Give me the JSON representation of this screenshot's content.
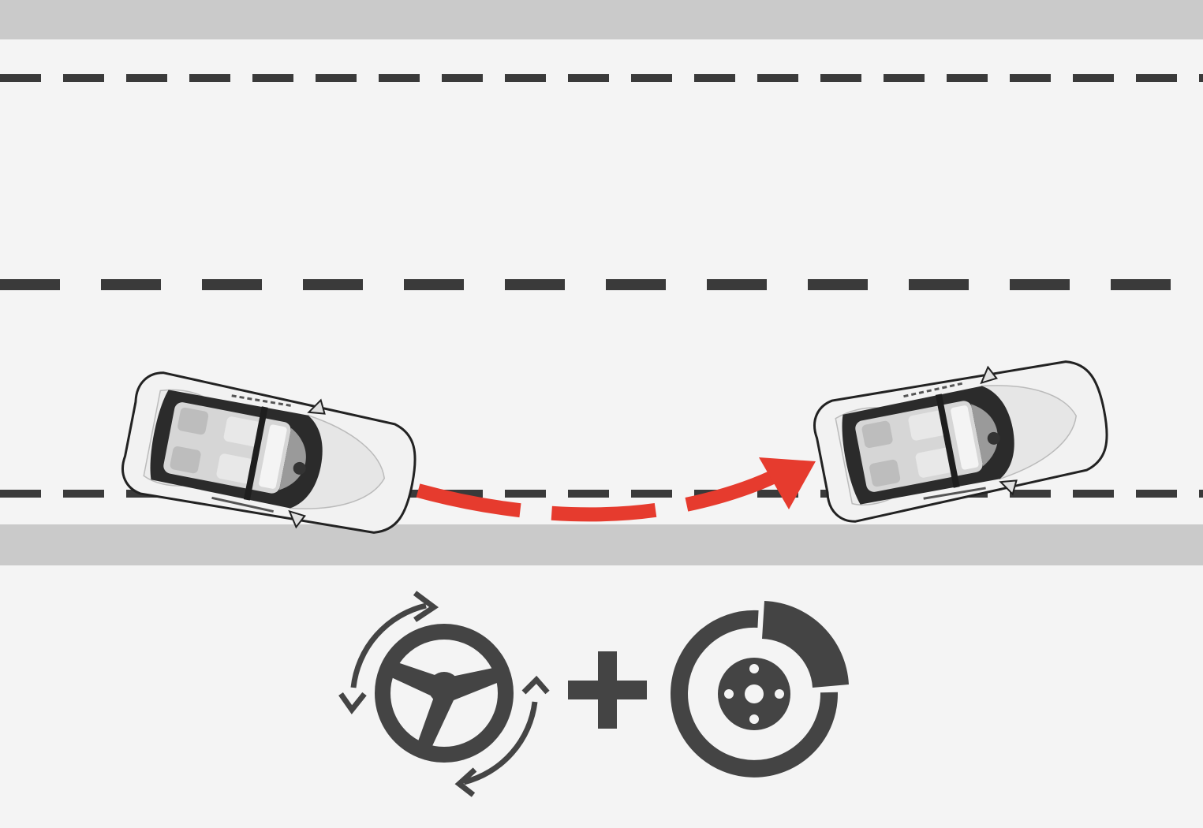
{
  "colors": {
    "background": "#f4f4f4",
    "curb": "#cacaca",
    "lane_marking": "#3a3a3a",
    "path_arrow": "#e63b2e",
    "icon": "#444444",
    "car_body": "#f2f2f2",
    "car_outline": "#222222",
    "car_glass": "#2b2b2b"
  },
  "road": {
    "lane_dividers": 3,
    "edge": "bottom-curb"
  },
  "vehicles": [
    {
      "name": "car-before",
      "heading": "drifting-right-toward-road-edge"
    },
    {
      "name": "car-after",
      "heading": "steered-back-into-lane"
    }
  ],
  "path": {
    "style": "dashed-arrow",
    "meaning": "corrected-trajectory"
  },
  "icons": [
    "steering-wheel-icon",
    "plus-icon",
    "brake-disc-icon"
  ]
}
